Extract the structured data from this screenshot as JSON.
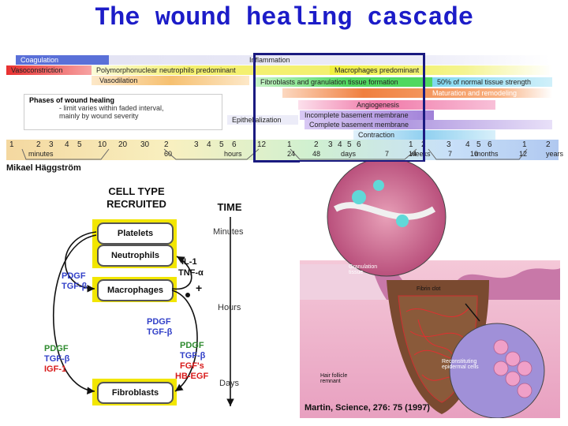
{
  "title": "The wound healing cascade",
  "credit": "Mikael Häggström",
  "citation": "Martin, Science, 276: 75 (1997)",
  "timeline": {
    "bars": [
      {
        "label": "Coagulation",
        "color": "#5a70d8"
      },
      {
        "label": "Inflammation",
        "color": "#d8d8ee"
      },
      {
        "label": "Vasoconstriction",
        "color": "#f05a5a"
      },
      {
        "label": "Polymorphonuclear neutrophils predominant",
        "color": "#f0f060"
      },
      {
        "label": "Macrophages predominant",
        "color": "#f0f040"
      },
      {
        "label": "Vasodilation",
        "color": "#f4b060"
      },
      {
        "label": "Fibroblasts and granulation tissue formation",
        "color": "#5ad86a"
      },
      {
        "label": "50% of normal tissue strength",
        "color": "#a0e0f0"
      },
      {
        "label": "Maturation and remodeling",
        "color": "#f48a40"
      },
      {
        "label": "Angiogenesis",
        "color": "#f078a8"
      },
      {
        "label": "Epithelialization",
        "color": "#d8d8ee"
      },
      {
        "label": "Incomplete basement membrane",
        "color": "#a080d8"
      },
      {
        "label": "Complete basement membrane",
        "color": "#a080d8"
      },
      {
        "label": "Contraction",
        "color": "#a8d8f0"
      }
    ],
    "legend_title": "Phases of wound healing",
    "legend_line1": "- limit varies within faded interval,",
    "legend_line2": "mainly by wound severity",
    "ticks_top": [
      "1",
      "2",
      "3",
      "4",
      "5",
      "10",
      "20",
      "30",
      "2",
      "3",
      "4",
      "5",
      "6",
      "12",
      "1",
      "2",
      "3",
      "4",
      "5",
      "6",
      "1",
      "2",
      "3",
      "4",
      "5",
      "6",
      "1",
      "2"
    ],
    "ticks_bottom": [
      "minutes",
      "60",
      "hours",
      "24",
      "48",
      "days",
      "7",
      "14",
      "weeks",
      "7",
      "10",
      "months",
      "12",
      "years"
    ]
  },
  "diagram": {
    "header_cells": "CELL TYPE\nRECRUITED",
    "header_time": "TIME",
    "cells": [
      "Platelets",
      "Neutrophils",
      "Macrophages",
      "Fibroblasts"
    ],
    "times": [
      "Minutes",
      "Hours",
      "Days"
    ],
    "factors": {
      "il1": "IL-1",
      "tnf": "TNF-α",
      "plus": "+",
      "pdgf_left1": "PDGF",
      "tgf_left1": "TGF-β",
      "pdgf_mid": "PDGF",
      "tgf_mid": "TGF-β",
      "pdgf_low": "PDGF",
      "tgf_low": "TGF-β",
      "igf": "IGF-1",
      "pdgf_r": "PDGF",
      "tgf_r": "TGF-β",
      "fgf": "FGF's",
      "hbegf": "HB-EGF"
    }
  },
  "panel": {
    "labels": [
      "Granulation tissue",
      "Fibrin clot",
      "Hair follicle remnant",
      "Reconstituting epidermal cells"
    ]
  }
}
